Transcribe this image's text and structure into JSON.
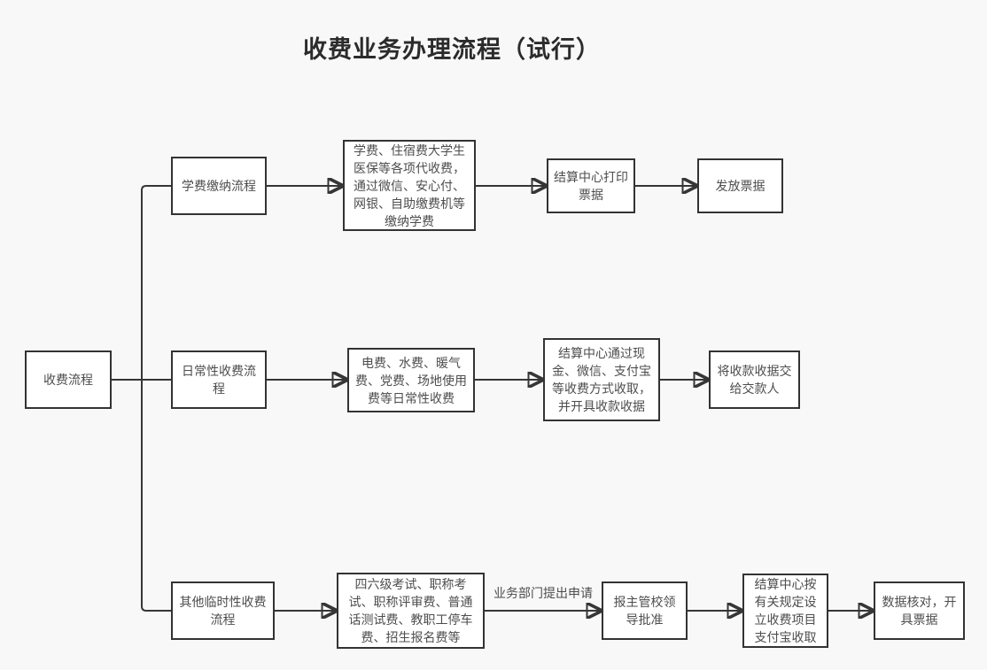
{
  "title": "收费业务办理流程（试行）",
  "colors": {
    "background": "#f8f8f8",
    "node_fill": "#ffffff",
    "node_border": "#333333",
    "connector": "#363636",
    "text": "#4d4d4d",
    "title_text": "#2b2b2b"
  },
  "chart_data": {
    "type": "flowchart"
  },
  "flow": {
    "root": "收费流程",
    "row1": {
      "step1": "学费缴纳流程",
      "step2": "学费、住宿费大学生医保等各项代收费，通过微信、安心付、网银、自助缴费机等缴纳学费",
      "step3": "结算中心打印票据",
      "step4": "发放票据"
    },
    "row2": {
      "step1": "日常性收费流程",
      "step2": "电费、水费、暖气费、党费、场地使用费等日常性收费",
      "step3": "结算中心通过现金、微信、支付宝等收费方式收取，并开具收款收据",
      "step4": "将收款收据交给交款人"
    },
    "row3": {
      "step1": "其他临时性收费流程",
      "step2": "四六级考试、职称考试、职称评审费、普通话测试费、教职工停车费、招生报名费等",
      "arrow_label": "业务部门提出申请",
      "step3": "报主管校领导批准",
      "step4": "结算中心按有关规定设立收费项目支付宝收取",
      "step5": "数据核对，开具票据"
    }
  }
}
